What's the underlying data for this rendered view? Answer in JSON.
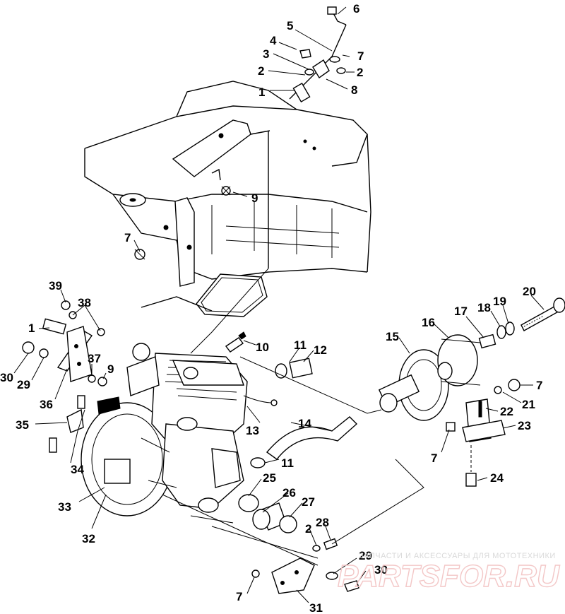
{
  "callouts": [
    "6",
    "5",
    "4",
    "3",
    "7",
    "2",
    "2",
    "8",
    "1",
    "9",
    "7",
    "39",
    "38",
    "1",
    "30",
    "29",
    "37",
    "9",
    "36",
    "35",
    "34",
    "33",
    "32",
    "10",
    "11",
    "12",
    "13",
    "14",
    "11",
    "25",
    "26",
    "27",
    "2",
    "28",
    "29",
    "30",
    "7",
    "31",
    "15",
    "16",
    "17",
    "18",
    "19",
    "20",
    "7",
    "21",
    "22",
    "23",
    "7",
    "24"
  ],
  "watermark": {
    "tagline": "ЗАПЧАСТИ И АКСЕССУАРЫ ДЛЯ МОТОТЕХНИКИ",
    "logo": "PARTSFOR.RU"
  },
  "colors": {
    "ink": "#000000",
    "paper": "#ffffff",
    "watermark_red": "#f3c7c7",
    "watermark_grey": "#d9d9d9"
  }
}
